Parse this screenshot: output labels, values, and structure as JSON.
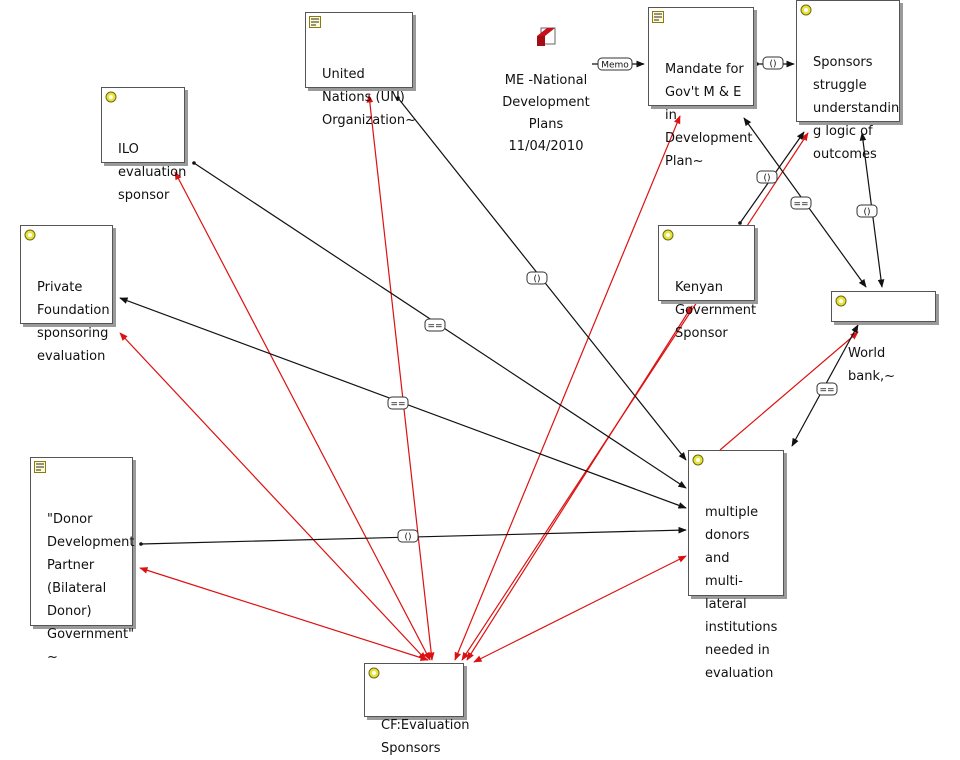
{
  "nodes": {
    "un": "United\nNations (UN)\nOrganization~",
    "ilo": "ILO\nevaluation\nsponsor",
    "private": "Private\nFoundation\nsponsoring\nevaluation",
    "donor": "\"Donor\nDevelopment\nPartner\n(Bilateral\nDonor)\nGovernment\"\n~",
    "mandate": "Mandate for\nGov't M & E in\nDevelopment\nPlan~",
    "struggle": "Sponsors\nstruggle\nunderstandin\ng logic of\noutcomes",
    "kenyan": "Kenyan\nGovernment\nSponsor",
    "worldbank": "World bank,~",
    "multiple": "multiple\ndonors and\nmulti-lateral\ninstitutions\nneeded in\nevaluation",
    "cf": "CF:Evaluation\nSponsors"
  },
  "memo": {
    "text": "ME -National\nDevelopment\nPlans\n11/04/2010",
    "icon": "memo-document-icon"
  },
  "node_icon": "code-node-icon",
  "colors": {
    "association": "#dd1111",
    "relation": "#111111"
  },
  "links": {
    "memo": "Memo",
    "un_multiple": "()",
    "ilo_multiple": "==",
    "private_multiple": "==",
    "donor_multiple": "()",
    "mandate_struggle": "()",
    "kenyan_struggle": "()",
    "mandate_worldbank": "==",
    "struggle_worldbank": "()",
    "worldbank_multiple": "=="
  }
}
